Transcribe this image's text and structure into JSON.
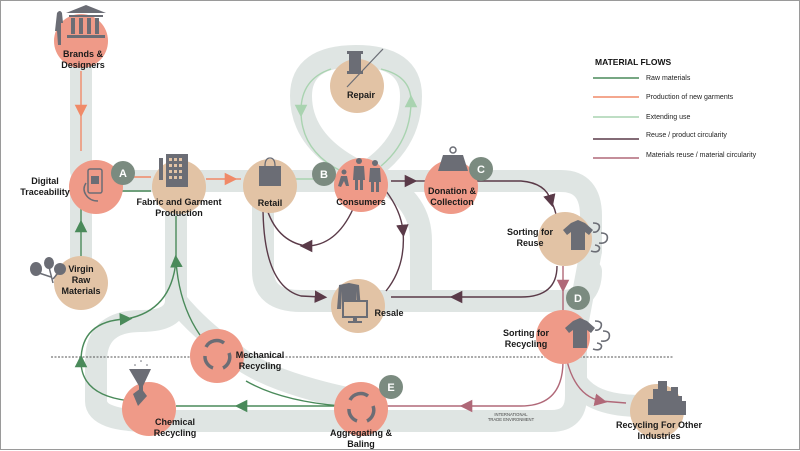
{
  "legend": {
    "title": "MATERIAL FLOWS",
    "items": [
      {
        "label": "Raw materials",
        "color": "#4a8a5a"
      },
      {
        "label": "Production of new garments",
        "color": "#f08a68"
      },
      {
        "label": "Extending use",
        "color": "#a9d3b0"
      },
      {
        "label": "Reuse / product circularity",
        "color": "#5a3a48"
      },
      {
        "label": "Materials reuse / material circularity",
        "color": "#b06878"
      }
    ]
  },
  "colors": {
    "node_salmon": "#ef9a88",
    "node_tan": "#e2c3a5",
    "track": "#dfe5e3",
    "badge": "#7b8b80",
    "icon": "#6b6d75"
  },
  "nodes": {
    "brands": {
      "line1": "Brands &",
      "line2": "Designers"
    },
    "traceability": {
      "line1": "Digital",
      "line2": "Traceability"
    },
    "fabric": {
      "line1": "Fabric and Garment",
      "line2": "Production"
    },
    "virgin": {
      "line1": "Virgin",
      "line2": "Raw",
      "line3": "Materials"
    },
    "retail": {
      "line1": "Retail"
    },
    "consumers": {
      "line1": "Consumers"
    },
    "repair": {
      "line1": "Repair"
    },
    "donation": {
      "line1": "Donation &",
      "line2": "Collection"
    },
    "sorting_reuse": {
      "line1": "Sorting for",
      "line2": "Reuse"
    },
    "resale": {
      "line1": "Resale"
    },
    "sorting_recycling": {
      "line1": "Sorting for",
      "line2": "Recycling"
    },
    "mechanical": {
      "line1": "Mechanical",
      "line2": "Recycling"
    },
    "chemical": {
      "line1": "Chemical",
      "line2": "Recycling"
    },
    "aggregating": {
      "line1": "Aggregating &",
      "line2": "Baling"
    },
    "other_industries": {
      "line1": "Recycling For Other",
      "line2": "Industries"
    }
  },
  "badges": {
    "a": "A",
    "b": "B",
    "c": "C",
    "d": "D",
    "e": "E"
  },
  "annotations": {
    "trade_line1": "INTERNATIONAL",
    "trade_line2": "TRADE ENVIRONMENT"
  }
}
